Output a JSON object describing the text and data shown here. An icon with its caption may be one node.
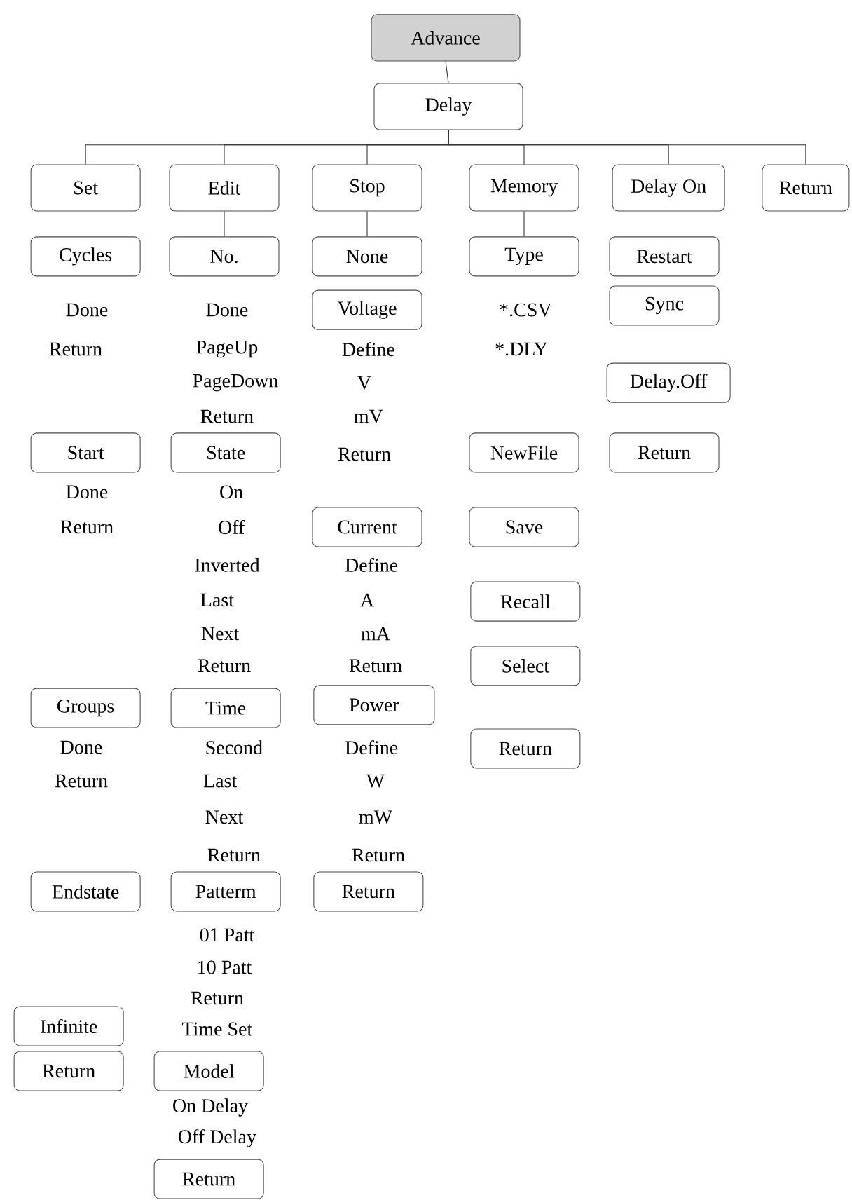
{
  "diagram": {
    "nodes": [
      {
        "text": [
          "Advance"
        ]
      },
      {
        "text": [
          "Delay"
        ]
      },
      {
        "text": [
          "Set"
        ]
      },
      {
        "text": [
          "Edit"
        ]
      },
      {
        "text": [
          "Stop"
        ]
      },
      {
        "text": [
          "Memory"
        ]
      },
      {
        "text": [
          "Delay On"
        ]
      },
      {
        "text": [
          "Return"
        ]
      },
      {
        "text": [
          "Cycles"
        ]
      },
      {
        "text": [
          "No."
        ]
      },
      {
        "text": [
          "None"
        ]
      },
      {
        "text": [
          "Type"
        ]
      },
      {
        "text": [
          "Restart"
        ]
      },
      {
        "text": [
          "Voltage"
        ]
      },
      {
        "text": [
          "Sync"
        ]
      },
      {
        "text": [
          "Delay.Off"
        ]
      },
      {
        "text": [
          "Start"
        ]
      },
      {
        "text": [
          "State"
        ]
      },
      {
        "text": [
          "NewFile"
        ]
      },
      {
        "text": [
          "Return"
        ]
      },
      {
        "text": [
          "Current"
        ]
      },
      {
        "text": [
          "Save"
        ]
      },
      {
        "text": [
          "Recall"
        ]
      },
      {
        "text": [
          "Select"
        ]
      },
      {
        "text": [
          "Groups"
        ]
      },
      {
        "text": [
          "Time"
        ]
      },
      {
        "text": [
          "Power"
        ]
      },
      {
        "text": [
          "Return"
        ]
      },
      {
        "text": [
          "Endstate"
        ]
      },
      {
        "text": [
          "Patterm"
        ]
      },
      {
        "text": [
          "Return"
        ]
      },
      {
        "text": [
          "Infinite"
        ]
      },
      {
        "text": [
          "Return"
        ]
      },
      {
        "text": [
          "Model"
        ]
      },
      {
        "text": [
          "Return"
        ]
      }
    ],
    "edges": [
      {
        "from": 0,
        "to": 1,
        "arrow": "none"
      },
      {
        "from": 1,
        "to": 2,
        "arrow": "none"
      },
      {
        "from": 1,
        "to": 3,
        "arrow": "none"
      },
      {
        "from": 1,
        "to": 4,
        "arrow": "none"
      },
      {
        "from": 1,
        "to": 5,
        "arrow": "none"
      },
      {
        "from": 1,
        "to": 6,
        "arrow": "none"
      },
      {
        "from": 1,
        "to": 7,
        "arrow": "none"
      },
      {
        "from": 3,
        "to": 9,
        "arrow": "none"
      },
      {
        "from": 4,
        "to": 10,
        "arrow": "none"
      },
      {
        "from": 5,
        "to": 11,
        "arrow": "none"
      }
    ],
    "labels": [
      "Done",
      "Done",
      "*.CSV",
      "Return",
      "PageUp",
      "Define",
      "*.DLY",
      "PageDown",
      "V",
      "Return",
      "mV",
      "Return",
      "Done",
      "On",
      "Return",
      "Off",
      "Inverted",
      "Define",
      "Last",
      "A",
      "Next",
      "mA",
      "Return",
      "Return",
      "Done",
      "Second",
      "Define",
      "Return",
      "Last",
      "W",
      "Next",
      "mW",
      "Return",
      "Return",
      "01 Patt",
      "10 Patt",
      "Return",
      "Time Set",
      "On Delay",
      "Off Delay"
    ]
  }
}
